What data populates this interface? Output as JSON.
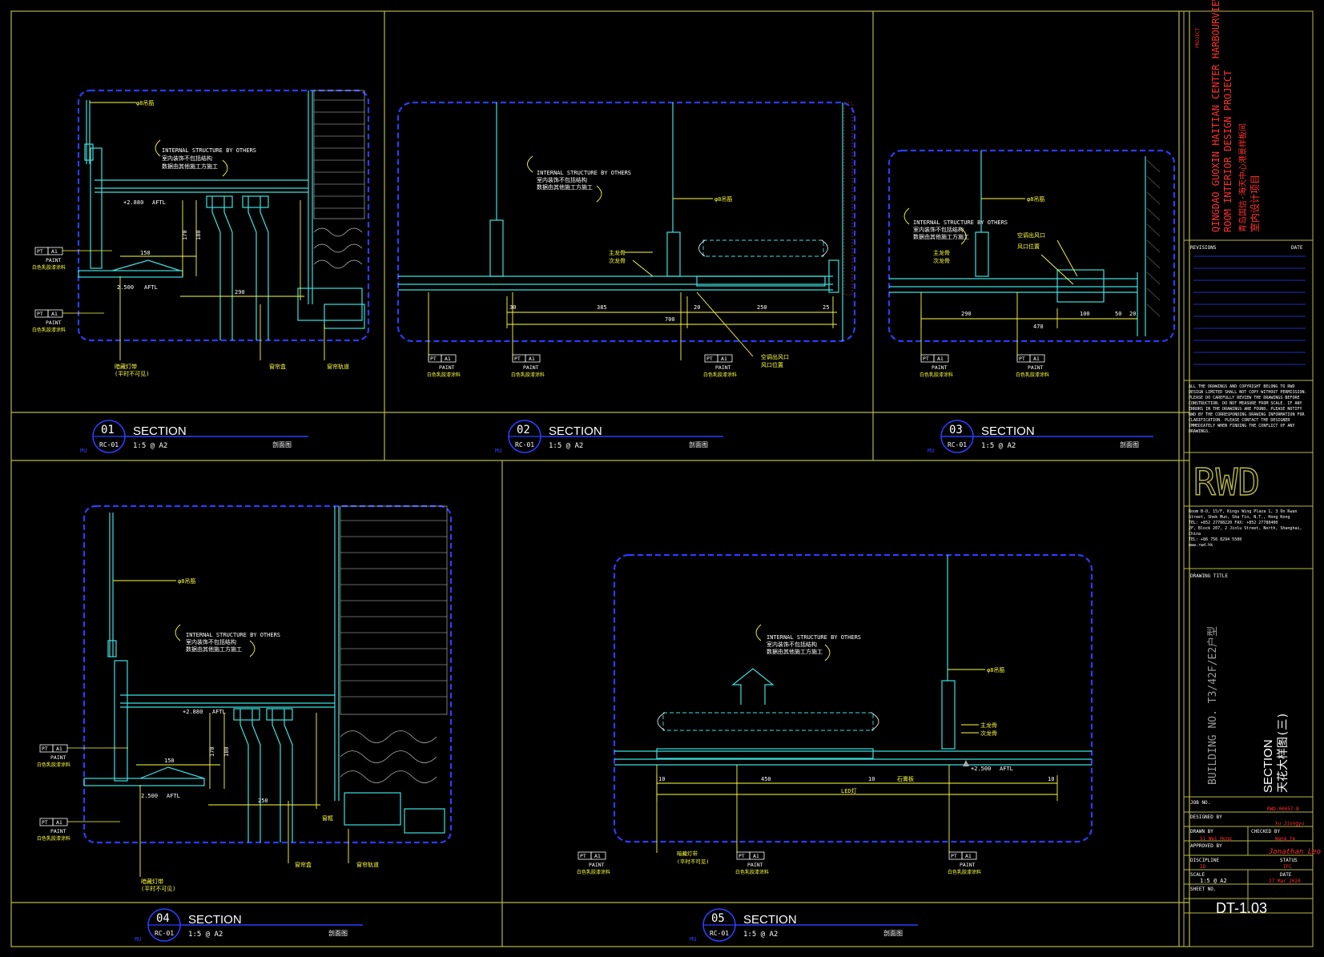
{
  "sections": [
    {
      "number": "01",
      "title": "SECTION",
      "ref": "RC-01",
      "scale": "1:5 @ A2",
      "cn": "剖面图",
      "mark": "MU"
    },
    {
      "number": "02",
      "title": "SECTION",
      "ref": "RC-01",
      "scale": "1:5 @ A2",
      "cn": "剖面图",
      "mark": "MU"
    },
    {
      "number": "03",
      "title": "SECTION",
      "ref": "RC-01",
      "scale": "1:5 @ A2",
      "cn": "剖面图",
      "mark": "MU"
    },
    {
      "number": "04",
      "title": "SECTION",
      "ref": "RC-01",
      "scale": "1:5 @ A2",
      "cn": "剖面图",
      "mark": "MU"
    },
    {
      "number": "05",
      "title": "SECTION",
      "ref": "RC-01",
      "scale": "1:5 @ A2",
      "cn": "剖面图",
      "mark": "MU"
    }
  ],
  "labels": {
    "internal_en": "INTERNAL STRUCTURE BY OTHERS",
    "internal_cn1": "室内装饰不包括结构",
    "internal_cn2": "数据由其他施工方施工",
    "rod": "φ8吊筋",
    "paint": "PAINT",
    "paint_cn": "白色乳胶漆涂料",
    "pt": "PT",
    "a1": "A1",
    "level1": "+2.880",
    "level2": "2.500",
    "level5": "+2.500",
    "aftl": "AFTL",
    "main_keel": "主龙骨",
    "sub_keel": "次龙骨",
    "curtain_box": "窗帘盒",
    "ac_outlet": "空调出风口",
    "ac_return": "风口位置",
    "light_trough": "暗藏灯带",
    "hidden_light": "(平时不可见)",
    "curtain_track": "窗帘轨道",
    "window_frame": "窗框",
    "gypsum": "石膏板",
    "led": "LED灯"
  },
  "dims": {
    "d1": [
      "150",
      "170",
      "180",
      "290"
    ],
    "d2": [
      "385",
      "700",
      "250",
      "25",
      "20",
      "30"
    ],
    "d3": [
      "290",
      "470",
      "100",
      "50",
      "20"
    ],
    "d4": [
      "150",
      "170",
      "180",
      "250"
    ],
    "d5": [
      "450",
      "10",
      "10",
      "10"
    ]
  },
  "title_block": {
    "project_en1": "QINGDAO GUOXIN HAITIAN CENTER HARBOURVIEW MODEL",
    "project_en2": "ROOM INTERIOR DESIGN PROJECT",
    "project_cn1": "青岛国信·海天中心港景样板间",
    "project_cn2": "室内设计项目",
    "project_label": "PROJECT",
    "revisions": "REVISIONS",
    "date": "DATE",
    "notes": "ALL THE DRAWINGS AND COPYRIGHT BELONG TO RWD DESIGN LIMITED SHALL NOT COPY WITHOUT PERMISSION. PLEASE DO CAREFULLY REVIEW THE DRAWINGS BEFORE CONSTRUCTION. DO NOT MEASURE FROM SCALE. IF ANY ERRORS IN THE DRAWINGS ARE FOUND, PLEASE NOTIFY RWD BY THE CORRESPONDING DRAWING INFORMATION FOR CLARIFICATION. PLEASE CONTACT THE DESIGNER IMMEDIATELY WHEN FINDING THE CONFLICT OF ANY DRAWINGS.",
    "logo": "RWD",
    "address1": "Room B-D, 15/F, Kings Wing Plaza 1, 3 On Kwan Street, Shek Mun, Sha Tin, N.T., Hong Kong",
    "tel1": "TEL: +852 27788220    FAX: +852 27788400",
    "address2": "2F, Block 207, 2 Jinlu Street, North, Shanghai, China",
    "tel2": "TEL: +86 756 8294 5500",
    "web": "www.rwd.hk",
    "drawing_title_label": "DRAWING TITLE",
    "building": "BUILDING NO.  T3/42F/E2户型",
    "drawing_title_en": "SECTION",
    "drawing_title_cn": "天花大样图(三)",
    "job_no_label": "JOB NO.",
    "job_no": "RWD-00057-B",
    "designed_label": "DESIGNED BY",
    "designed": "Xu Jiongyu",
    "drawn_label": "DRAWN BY",
    "drawn": "Si Wei Hong",
    "checked_label": "CHECKED BY",
    "checked": "Wang Ye",
    "approved_label": "APPROVED BY",
    "approved": "Jonathan Leo",
    "discipline_label": "DISCIPLINE",
    "discipline": "ID",
    "status_label": "STATUS",
    "status": "IFC",
    "scale_label": "SCALE",
    "scale": "1:5 @ A2",
    "date_label": "DATE",
    "date_value": "27 Mar 2020",
    "sheet_label": "SHEET NO.",
    "sheet_no": "DT-1.03"
  },
  "colors": {
    "frame": "#b8b84a",
    "blue": "#2b3dff",
    "cyan": "#3fe0e0",
    "yellow": "#ffff40",
    "white": "#ffffff",
    "red": "#ff3030",
    "green": "#3cd23c",
    "grey": "#9a9a9a"
  }
}
